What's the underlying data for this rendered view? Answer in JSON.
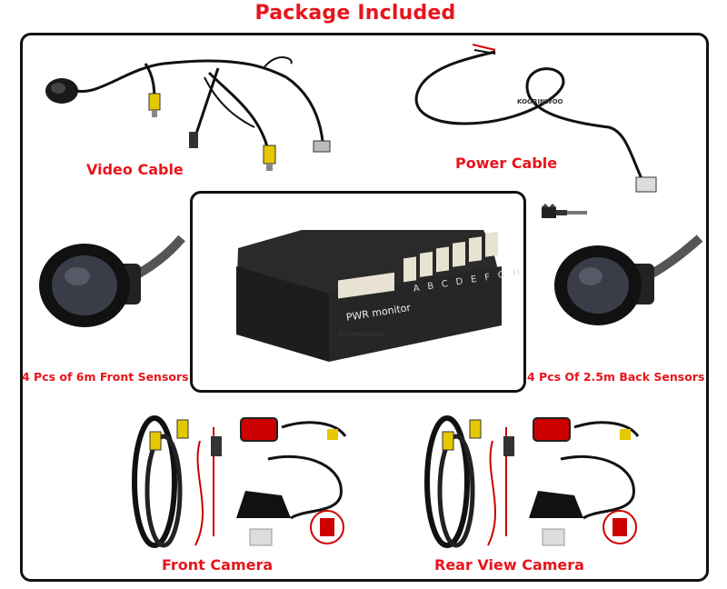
{
  "title": "Package Included",
  "labels": {
    "video_cable": "Video Cable",
    "power_cable": "Power Cable",
    "front_sensors": "4 Pcs of 6m Front Sensors",
    "back_sensors": "4 Pcs Of 2.5m Back Sensors",
    "front_camera": "Front Camera",
    "rear_camera": "Rear View Camera"
  },
  "device": {
    "label": "PWR monitor",
    "ports": [
      "A",
      "B",
      "C",
      "D",
      "E",
      "F",
      "G",
      "H"
    ],
    "brand": "KOORINWOO"
  },
  "colors": {
    "accent": "#e8141b",
    "frame": "#111111"
  }
}
